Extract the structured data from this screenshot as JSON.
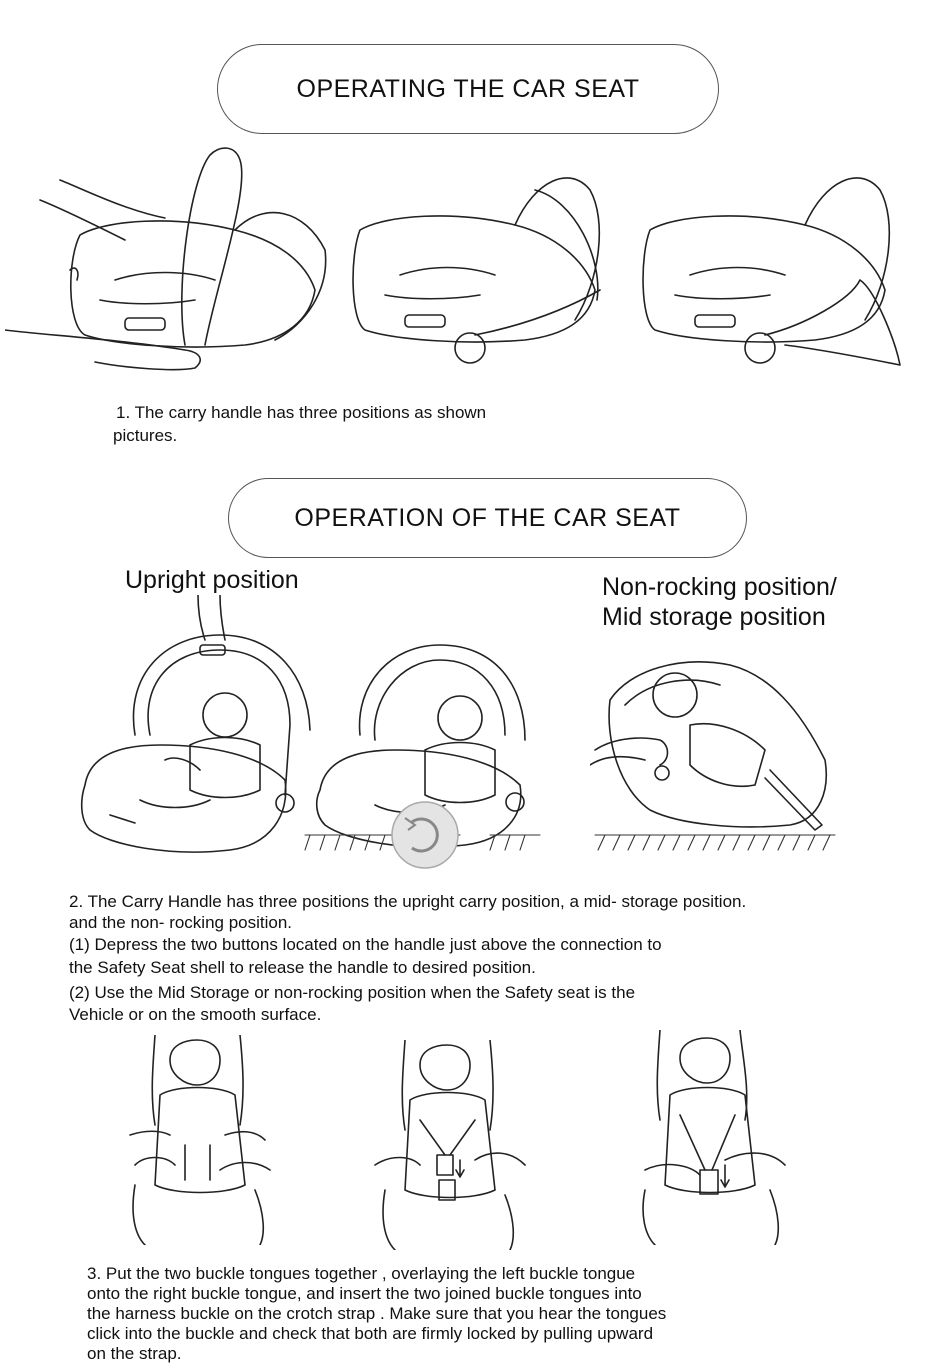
{
  "section1": {
    "title": "OPERATING THE CAR SEAT",
    "caption_line1": "1. The carry handle has three positions as  shown",
    "caption_line2": "pictures."
  },
  "section2": {
    "title": "OPERATION  OF THE  CAR  SEAT",
    "label_upright": "Upright  position",
    "label_nonrocking_line1": "Non-rocking  position/",
    "label_nonrocking_line2": "Mid  storage  position",
    "text": [
      "2. The Carry Handle has  three positions the upright carry  position, a  mid- storage position.",
      " and the non- rocking position.",
      "(1) Depress  the  two  buttons   located  on  the  handle  just  above  the  connection   to",
      "the   Safety   Seat  shell   to  release   the   handle   to  desired  position.",
      "(2) Use  the  Mid  Storage   or   non-rocking  position   when   the  Safety  seat  is  the",
      "Vehicle  or  on  the  smooth  surface."
    ]
  },
  "section3": {
    "text": [
      "3. Put  the  two  buckle  tongues  together ,   overlaying    the  left    buckle  tongue",
      "onto  the  right    buckle  tongue, and  insert    the  two  joined   buckle  tongues  into",
      "the  harness buckle  on  the  crotch   strap . Make sure  that   you  hear  the  tongues",
      "click    into    the   buckle   and check  that   both  are  firmly   locked    by  pulling     upward",
      "on  the  strap."
    ]
  }
}
